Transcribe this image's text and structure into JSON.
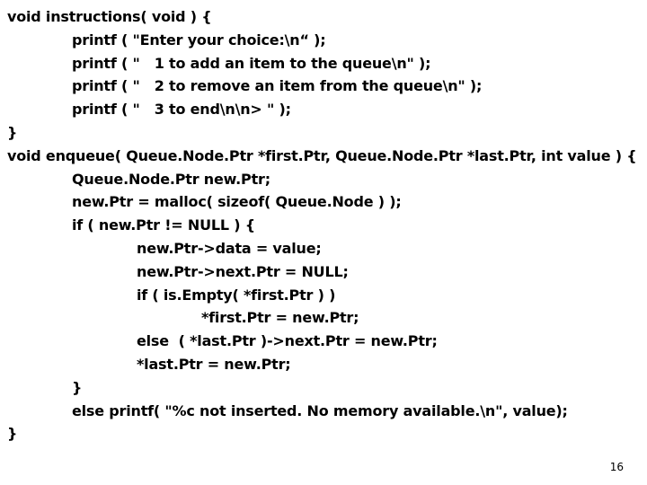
{
  "slide": {
    "code_lines": [
      {
        "indent": 0,
        "text": "void instructions( void ) {"
      },
      {
        "indent": 1,
        "text": "printf ( \"Enter your choice:\\n“ );"
      },
      {
        "indent": 1,
        "text": "printf ( \"   1 to add an item to the queue\\n\" );"
      },
      {
        "indent": 1,
        "text": "printf ( \"   2 to remove an item from the queue\\n\" );"
      },
      {
        "indent": 1,
        "text": "printf ( \"   3 to end\\n\\n> \" );"
      },
      {
        "indent": 0,
        "text": "}"
      },
      {
        "indent": 0,
        "text": "void enqueue( Queue.Node.Ptr *first.Ptr, Queue.Node.Ptr *last.Ptr, int value ) {"
      },
      {
        "indent": 1,
        "text": "Queue.Node.Ptr new.Ptr;"
      },
      {
        "indent": 1,
        "text": "new.Ptr = malloc( sizeof( Queue.Node ) );"
      },
      {
        "indent": 1,
        "text": "if ( new.Ptr != NULL ) {"
      },
      {
        "indent": 2,
        "text": "new.Ptr->data = value;"
      },
      {
        "indent": 2,
        "text": "new.Ptr->next.Ptr = NULL;"
      },
      {
        "indent": 2,
        "text": "if ( is.Empty( *first.Ptr ) )"
      },
      {
        "indent": 3,
        "text": "*first.Ptr = new.Ptr;"
      },
      {
        "indent": 2,
        "text": "else  ( *last.Ptr )->next.Ptr = new.Ptr;"
      },
      {
        "indent": 2,
        "text": "*last.Ptr = new.Ptr;"
      },
      {
        "indent": 1,
        "text": "}"
      },
      {
        "indent": 1,
        "text": "else printf( \"%c not inserted. No memory available.\\n\", value);"
      },
      {
        "indent": 0,
        "text": "}"
      }
    ],
    "page_number": "16"
  }
}
